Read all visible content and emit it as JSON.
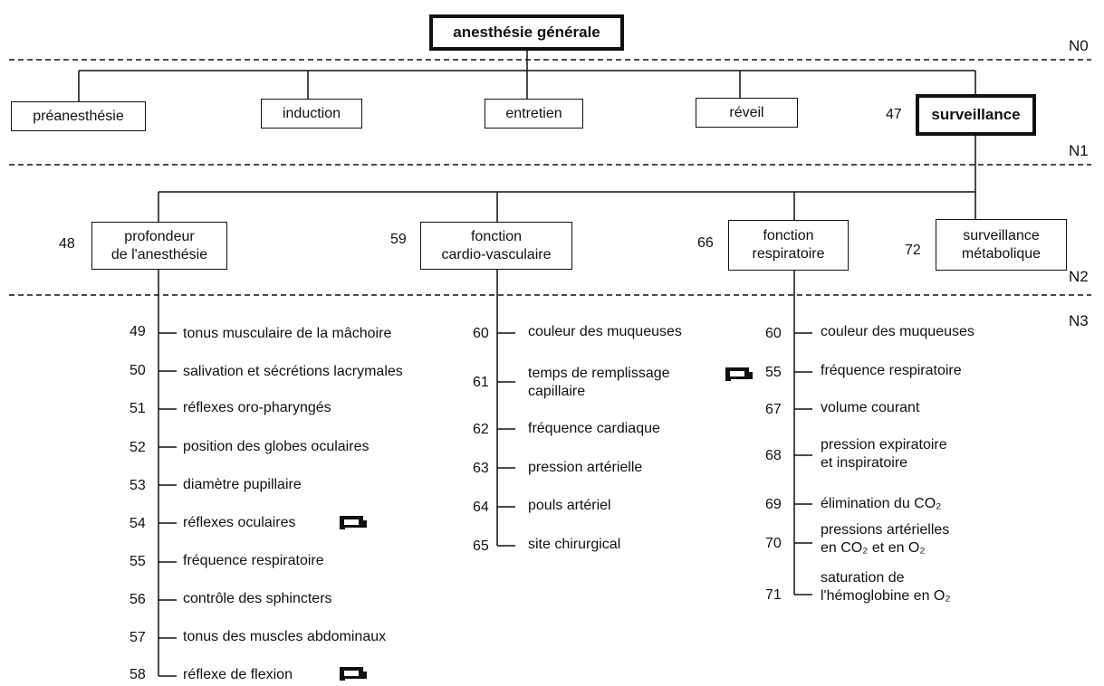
{
  "root": {
    "label": "anesthésie générale"
  },
  "levels": [
    "N0",
    "N1",
    "N2",
    "N3"
  ],
  "n1": [
    {
      "label": "préanesthésie",
      "num": ""
    },
    {
      "label": "induction",
      "num": ""
    },
    {
      "label": "entretien",
      "num": ""
    },
    {
      "label": "réveil",
      "num": ""
    },
    {
      "label": "surveillance",
      "num": "47"
    }
  ],
  "n2": [
    {
      "lines": [
        "profondeur",
        "de l'anesthésie"
      ],
      "num": "48"
    },
    {
      "lines": [
        "fonction",
        "cardio-vasculaire"
      ],
      "num": "59"
    },
    {
      "lines": [
        "fonction",
        "respiratoire"
      ],
      "num": "66"
    },
    {
      "lines": [
        "surveillance",
        "métabolique"
      ],
      "num": "72"
    }
  ],
  "n3": {
    "profondeur": [
      {
        "num": "49",
        "lines": [
          "tonus musculaire de la mâchoire"
        ],
        "ref": false
      },
      {
        "num": "50",
        "lines": [
          "salivation et sécrétions lacrymales"
        ],
        "ref": false
      },
      {
        "num": "51",
        "lines": [
          "réflexes oro-pharyngés"
        ],
        "ref": false
      },
      {
        "num": "52",
        "lines": [
          "position des globes oculaires"
        ],
        "ref": false
      },
      {
        "num": "53",
        "lines": [
          "diamètre pupillaire"
        ],
        "ref": false
      },
      {
        "num": "54",
        "lines": [
          "réflexes oculaires"
        ],
        "ref": true
      },
      {
        "num": "55",
        "lines": [
          "fréquence respiratoire"
        ],
        "ref": false
      },
      {
        "num": "56",
        "lines": [
          "contrôle des sphincters"
        ],
        "ref": false
      },
      {
        "num": "57",
        "lines": [
          "tonus des muscles abdominaux"
        ],
        "ref": false
      },
      {
        "num": "58",
        "lines": [
          "réflexe de flexion"
        ],
        "ref": true
      }
    ],
    "cardio": [
      {
        "num": "60",
        "lines": [
          "couleur des muqueuses"
        ],
        "ref": false
      },
      {
        "num": "61",
        "lines": [
          "temps de remplissage",
          "capillaire"
        ],
        "ref": true
      },
      {
        "num": "62",
        "lines": [
          "fréquence cardiaque"
        ],
        "ref": false
      },
      {
        "num": "63",
        "lines": [
          "pression artérielle"
        ],
        "ref": false
      },
      {
        "num": "64",
        "lines": [
          "pouls artériel"
        ],
        "ref": false
      },
      {
        "num": "65",
        "lines": [
          "site chirurgical"
        ],
        "ref": false
      }
    ],
    "respiratoire": [
      {
        "num": "60",
        "lines": [
          "couleur des muqueuses"
        ],
        "ref": false
      },
      {
        "num": "55",
        "lines": [
          "fréquence respiratoire"
        ],
        "ref": false
      },
      {
        "num": "67",
        "lines": [
          "volume courant"
        ],
        "ref": false
      },
      {
        "num": "68",
        "lines": [
          "pression expiratoire",
          "et inspiratoire"
        ],
        "ref": false
      },
      {
        "num": "69",
        "lines": [
          "élimination du CO₂"
        ],
        "ref": false
      },
      {
        "num": "70",
        "lines": [
          "pressions artérielles",
          "en CO₂ et en O₂"
        ],
        "ref": false
      },
      {
        "num": "71",
        "lines": [
          "saturation de",
          "l'hémoglobine en O₂"
        ],
        "ref": false
      }
    ]
  }
}
